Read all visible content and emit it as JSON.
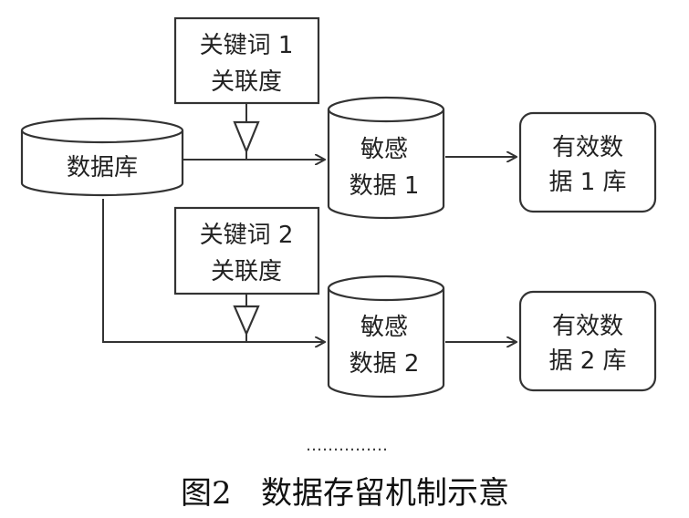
{
  "nodes": {
    "database": "数据库",
    "filter1": {
      "line1": "关键词 1",
      "line2": "关联度"
    },
    "filter2": {
      "line1": "关键词 2",
      "line2": "关联度"
    },
    "sensitive1": {
      "line1": "敏感",
      "line2": "数据 1"
    },
    "sensitive2": {
      "line1": "敏感",
      "line2": "数据 2"
    },
    "valid1": {
      "line1": "有效数",
      "line2": "据 1 库"
    },
    "valid2": {
      "line1": "有效数",
      "line2": "据 2 库"
    }
  },
  "ellipsis": "……………",
  "caption": "图2   数据存留机制示意"
}
